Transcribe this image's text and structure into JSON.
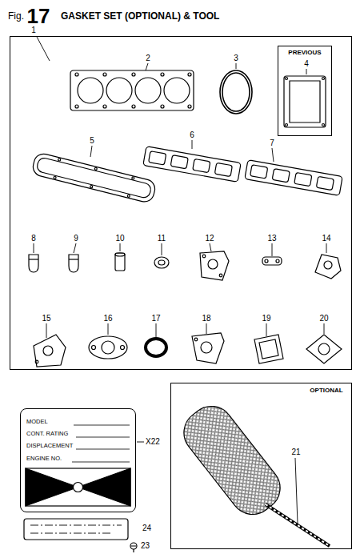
{
  "diagram": {
    "title": "GASKET SET (OPTIONAL) & TOOL",
    "nodes": [
      {
        "text": [
          "2",
          "3",
          "5",
          "6",
          "7",
          "8",
          "9",
          "10",
          "11",
          "12",
          "13",
          "14",
          "15",
          "16",
          "17",
          "18",
          "19",
          "20"
        ]
      },
      {
        "text": [
          "PREVIOUS",
          "4"
        ],
        "in": 0
      },
      {
        "text": [
          "MODEL",
          "CONT. RATING",
          "DISPLACEMENT",
          "ENGINE NO."
        ]
      },
      {
        "text": [
          "OPTIONAL",
          "21"
        ]
      }
    ],
    "labels": [
      "Fig.",
      "17",
      "1",
      "X22",
      "24",
      "23"
    ]
  }
}
